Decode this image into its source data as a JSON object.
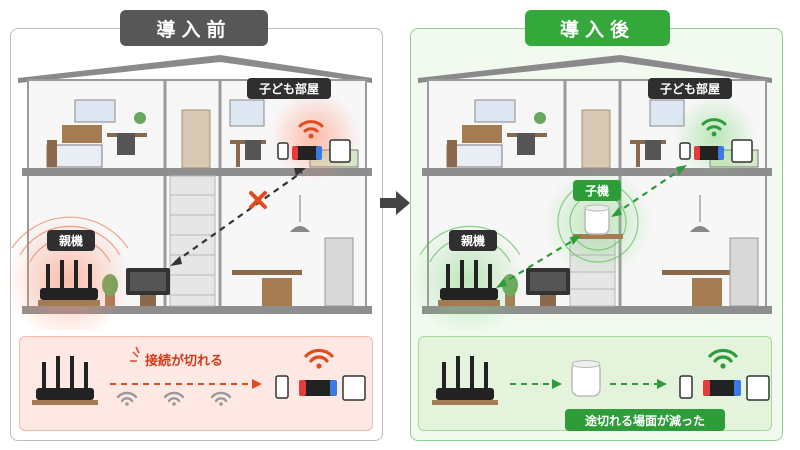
{
  "before": {
    "title": "導入前",
    "room_label": "子ども部屋",
    "router_label": "親機",
    "note": "接続が切れる"
  },
  "after": {
    "title": "導入後",
    "room_label": "子ども部屋",
    "router_label": "親機",
    "extender_label": "子機",
    "note": "途切れる場面が減った"
  },
  "colors": {
    "before_accent": "#e24a1f",
    "after_accent": "#2e9c38",
    "before_header": "#575757",
    "after_header": "#35a83c"
  },
  "icons": [
    "router-icon",
    "tv-icon",
    "wifi-icon",
    "phone-icon",
    "game-console-icon",
    "tablet-icon",
    "extender-icon",
    "x-mark-icon",
    "next-arrow-icon"
  ]
}
